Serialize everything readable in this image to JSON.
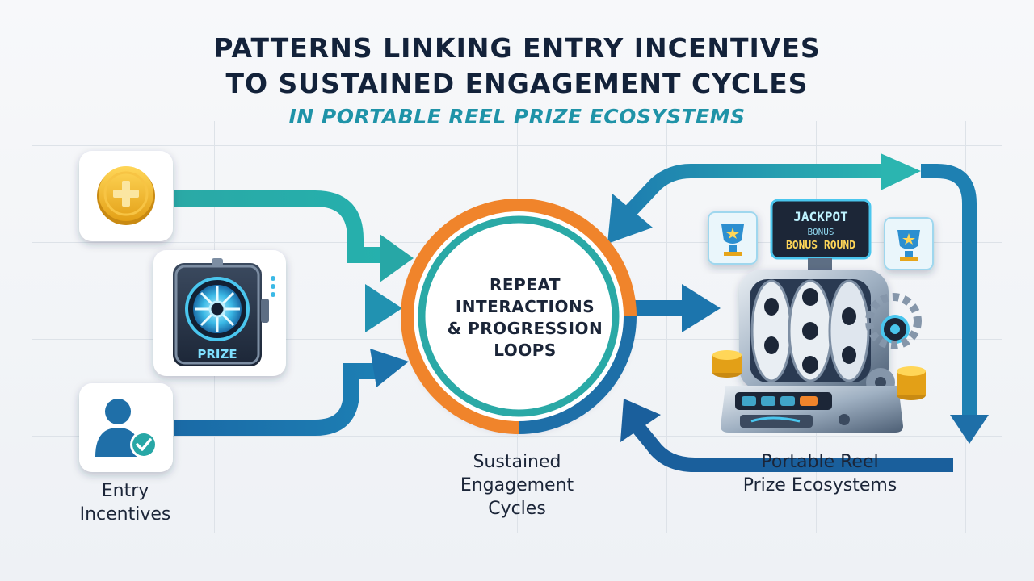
{
  "title": {
    "line1": "PATTERNS LINKING ENTRY INCENTIVES",
    "line2": "TO SUSTAINED ENGAGEMENT CYCLES",
    "subtitle": "IN PORTABLE REEL PRIZE ECOSYSTEMS"
  },
  "center_node": {
    "line1": "REPEAT",
    "line2": "INTERACTIONS",
    "line3": "& PROGRESSION",
    "line4": "LOOPS"
  },
  "cards": {
    "prize_label": "PRIZE"
  },
  "machine": {
    "screen_line1": "JACKPOT",
    "screen_line2": "BONUS",
    "screen_line3": "BONUS ROUND"
  },
  "labels": {
    "entry_line1": "Entry",
    "entry_line2": "Incentives",
    "cycles_line1": "Sustained",
    "cycles_line2": "Engagement",
    "cycles_line3": "Cycles",
    "ecosystem_line1": "Portable Reel",
    "ecosystem_line2": "Prize Ecosystems"
  },
  "colors": {
    "teal": "#27a7a6",
    "blue": "#1f6fa8",
    "orange": "#f0842b",
    "navy": "#13223a"
  }
}
